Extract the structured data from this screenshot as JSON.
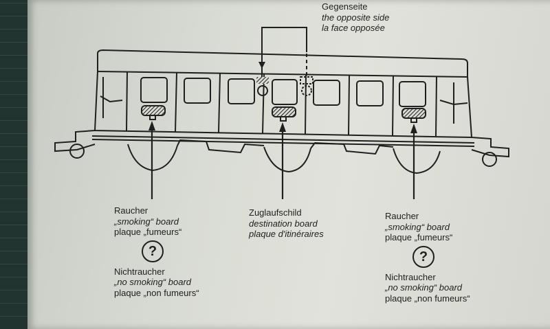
{
  "top_label": {
    "de": "Gegenseite",
    "en": "the opposite side",
    "fr": "la face opposée"
  },
  "left_label": {
    "smoking": {
      "de": "Raucher",
      "en": "„smoking“ board",
      "fr": "plaque „fumeurs“"
    },
    "symbol": "?",
    "nonsmoking": {
      "de": "Nichtraucher",
      "en": "„no smoking“ board",
      "fr": "plaque „non fumeurs“"
    }
  },
  "center_label": {
    "de": "Zuglaufschild",
    "en": "destination board",
    "fr": "plaque d'itinéraires"
  },
  "right_label": {
    "smoking": {
      "de": "Raucher",
      "en": "„smoking“ board",
      "fr": "plaque „fumeurs“"
    },
    "symbol": "?",
    "nonsmoking": {
      "de": "Nichtraucher",
      "en": "„no smoking“ board",
      "fr": "plaque „non fumeurs“"
    }
  }
}
